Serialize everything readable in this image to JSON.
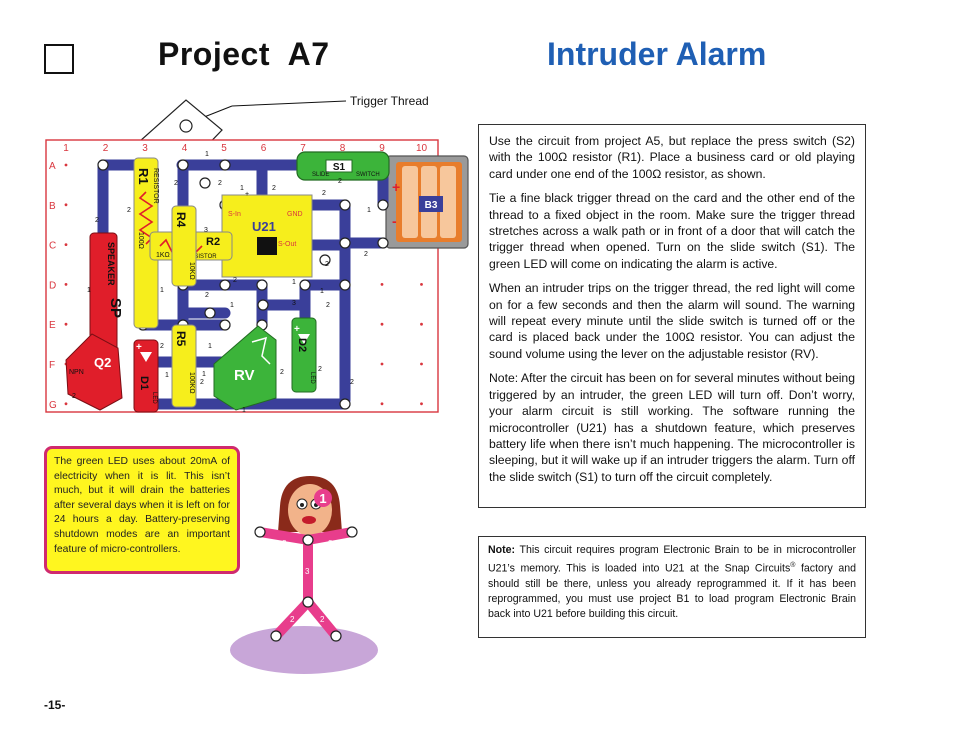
{
  "header": {
    "title": "Project  A7",
    "name": "Intruder Alarm"
  },
  "diagram": {
    "trigger_label": "Trigger Thread",
    "columns": [
      "1",
      "2",
      "3",
      "4",
      "5",
      "6",
      "7",
      "8",
      "9",
      "10"
    ],
    "rows": [
      "A",
      "B",
      "C",
      "D",
      "E",
      "F",
      "G"
    ],
    "labels": {
      "s1": "S1",
      "slide": "SLIDE",
      "switch": "SWITCH",
      "b3": "B3",
      "u21": "U21",
      "s_in": "S-In",
      "s_out": "S-Out",
      "gnd": "GND",
      "speaker": "SPEAKER",
      "sp": "SP",
      "q2": "Q2",
      "npn": "NPN",
      "r1": "R1",
      "r1_val": "100Ω",
      "r2": "R2",
      "r2_val": "1KΩ",
      "r4": "R4",
      "r4_val": "10KΩ",
      "r5": "R5",
      "r5_val": "100KΩ",
      "resistor": "RESISTOR",
      "rv": "RV",
      "d1": "D1",
      "d2": "D2",
      "led": "LED",
      "plus": "+",
      "minus": "-"
    }
  },
  "main_text": [
    "Use the circuit from project A5, but replace the press switch (S2) with the 100Ω resistor (R1).  Place a business card or old playing card under one end of the 100Ω resistor, as shown.",
    "Tie a fine black trigger thread on the card and the other end of the thread to a fixed object in the room.  Make sure the trigger thread stretches across a walk path or in front of a door that will catch the trigger thread when opened.  Turn on the slide switch (S1).  The green LED will come on indicating the alarm is active.",
    "When an intruder trips on the trigger thread, the red light will come on for a few seconds and then the alarm will sound.  The warning will repeat every minute until the slide switch is turned off or the card is placed back under the 100Ω resistor.  You can adjust the sound volume using the lever on the adjustable resistor (RV).",
    "Note:  After the circuit has been on for several minutes without being triggered by an intruder, the green LED will turn off.  Don’t worry, your alarm circuit is still working.  The software running the microcontroller (U21) has a shutdown feature, which preserves battery life when there isn’t much happening.  The microcontroller is sleeping, but it will wake up if an intruder triggers the alarm.  Turn off the slide switch (S1) to turn off the circuit completely."
  ],
  "note": {
    "label": "Note:",
    "text_a": " This circuit requires program Electronic Brain to be in microcontroller U21’s memory. This is loaded into U21 at the Snap Circuits",
    "reg": "®",
    "text_b": " factory and should still be there, unless you already reprogrammed it. If it has been reprogrammed, you must use project B1 to load program Electronic Brain back into U21 before building this circuit."
  },
  "callout": {
    "text": "The green LED uses about 20mA of electricity when it is lit. This isn’t much, but it will drain the batteries after several days when it is left on for 24 hours a day. Battery-preserving shutdown modes are an important feature of micro-controllers."
  },
  "mascot": {
    "badge": "1",
    "arm_labels": [
      "2",
      "2",
      "3",
      "2",
      "2"
    ]
  },
  "page_number": "-15-",
  "colors": {
    "title_blue": "#1f5fb4",
    "board_red": "#d9363e",
    "wire_blue": "#3a3f9a",
    "resistor_yellow": "#f6ee1c",
    "ic_yellow": "#f6ee1c",
    "red_part": "#e01e2a",
    "green_part": "#3cb43a",
    "battery_orange": "#f3a364",
    "mascot_pink": "#e83d8c",
    "callout_yellow": "#fff61f",
    "callout_border": "#d02a6e"
  }
}
